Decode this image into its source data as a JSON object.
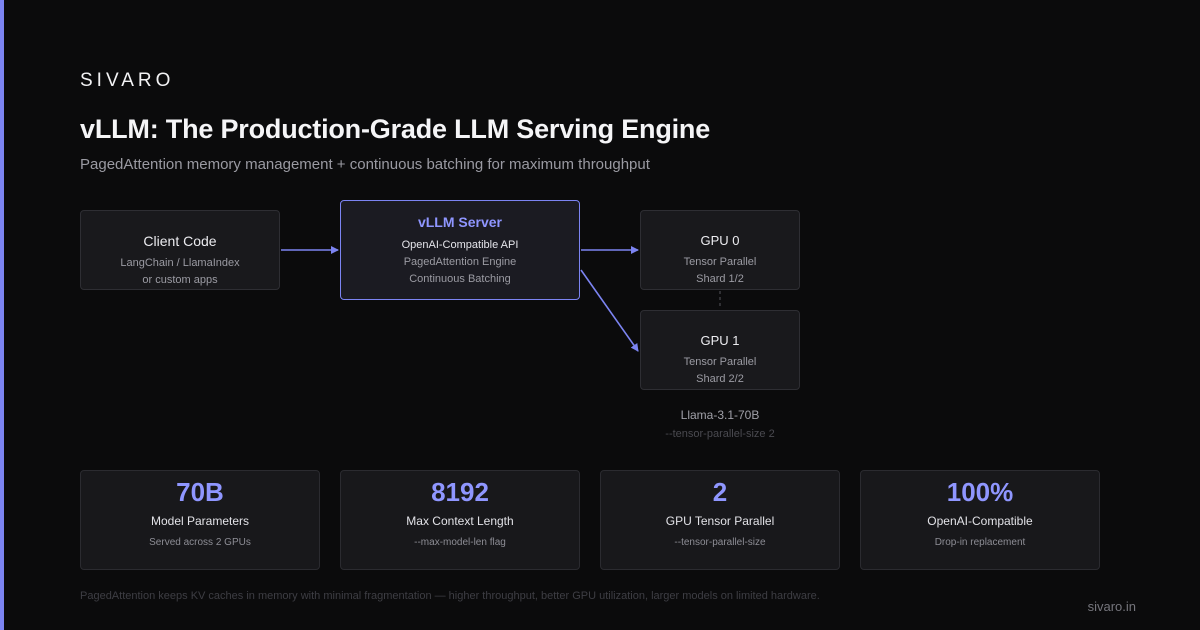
{
  "brand": "SIVARO",
  "title": "vLLM: The Production-Grade LLM Serving Engine",
  "subtitle": "PagedAttention memory management + continuous batching for maximum throughput",
  "diagram": {
    "client": {
      "title": "Client Code",
      "lines": [
        "LangChain / LlamaIndex",
        "or custom apps"
      ]
    },
    "server": {
      "title": "vLLM Server",
      "lines": [
        "OpenAI-Compatible API",
        "PagedAttention Engine",
        "Continuous Batching"
      ]
    },
    "gpu0": {
      "title": "GPU 0",
      "lines": [
        "Tensor Parallel",
        "Shard 1/2"
      ]
    },
    "gpu1": {
      "title": "GPU 1",
      "lines": [
        "Tensor Parallel",
        "Shard 2/2"
      ]
    },
    "cluster": {
      "model": "Llama-3.1-70B",
      "flag": "--tensor-parallel-size 2"
    }
  },
  "stats": [
    {
      "value": "70B",
      "label": "Model Parameters",
      "detail": "Served across 2 GPUs"
    },
    {
      "value": "8192",
      "label": "Max Context Length",
      "detail": "--max-model-len flag"
    },
    {
      "value": "2",
      "label": "GPU Tensor Parallel",
      "detail": "--tensor-parallel-size"
    },
    {
      "value": "100%",
      "label": "OpenAI-Compatible",
      "detail": "Drop-in replacement"
    }
  ],
  "footnote": "PagedAttention keeps KV caches in memory with minimal fragmentation — higher throughput, better GPU utilization, larger models on limited hardware.",
  "footer_domain": "sivaro.in",
  "colors": {
    "accent": "#7c84f2",
    "background": "#0b0b0c",
    "card": "#19191c"
  }
}
